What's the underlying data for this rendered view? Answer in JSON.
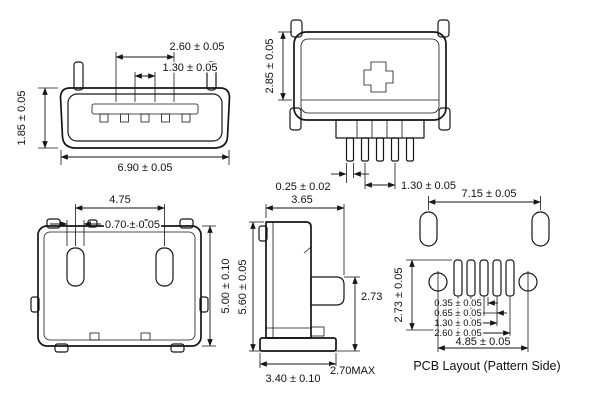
{
  "drawing": {
    "front_view": {
      "pin_span": "2.60 ± 0.05",
      "pin_pitch": "1.30 ± 0.05",
      "shell_width": "6.90 ± 0.05",
      "shell_height": "1.85 ± 0.05"
    },
    "top_view": {
      "shell_depth": "2.85 ± 0.05",
      "pin_thickness": "0.25 ± 0.02",
      "pin_pitch": "1.30 ± 0.05"
    },
    "bottom_view": {
      "leg_span": "4.75",
      "leg_width": "0.70 ± 0.05",
      "body_depth": "5.00 ± 0.10"
    },
    "side_view": {
      "top_depth": "3.65",
      "overall_height": "5.60 ± 0.05",
      "tail_height": "2.73",
      "max_height": "2.70MAX",
      "base_width": "3.40 ± 0.10"
    },
    "pcb_layout": {
      "mount_pad_span": "7.15 ± 0.05",
      "pattern_height": "2.73 ± 0.05",
      "pad_width": "0.35 ± 0.05",
      "pitch_single": "0.65 ± 0.05",
      "pitch_double": "1.30 ± 0.05",
      "pitch_quad": "2.60 ± 0.05",
      "hole_span": "4.85 ± 0.05",
      "caption": "PCB Layout (Pattern Side)"
    }
  }
}
